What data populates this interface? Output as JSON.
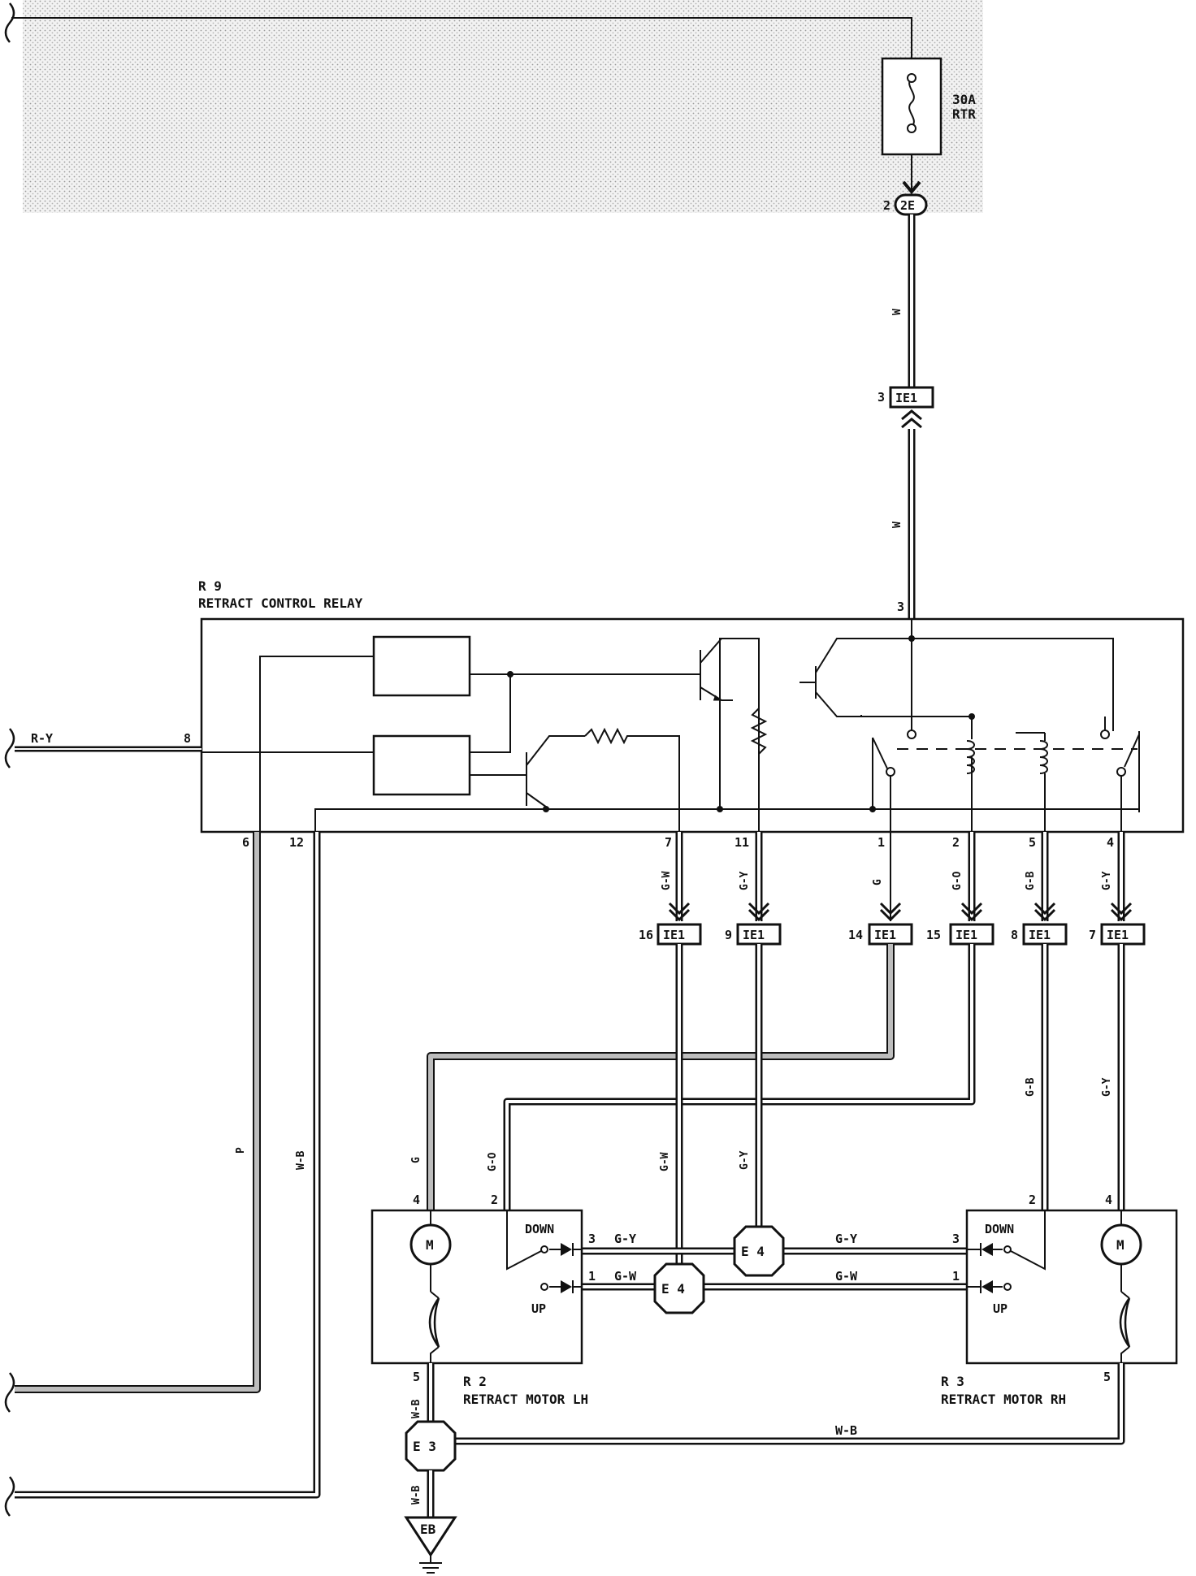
{
  "fuse": {
    "rating": "30A",
    "name": "RTR"
  },
  "connectors": {
    "2E": {
      "id": "2E",
      "pin": "2"
    },
    "ie1_top": {
      "id": "IE1",
      "pin": "3"
    },
    "ie1_bottom": [
      {
        "id": "IE1",
        "pin": "16"
      },
      {
        "id": "IE1",
        "pin": "9"
      },
      {
        "id": "IE1",
        "pin": "14"
      },
      {
        "id": "IE1",
        "pin": "15"
      },
      {
        "id": "IE1",
        "pin": "8"
      },
      {
        "id": "IE1",
        "pin": "7"
      }
    ]
  },
  "relay": {
    "code": "R 9",
    "name": "RETRACT CONTROL RELAY",
    "pins": {
      "p3": "3",
      "p8": "8",
      "p6": "6",
      "p12": "12",
      "p7": "7",
      "p11": "11",
      "p1": "1",
      "p2": "2",
      "p5": "5",
      "p4": "4"
    }
  },
  "wire_colors": {
    "w_top": "W",
    "w_mid": "W",
    "ry": "R-Y",
    "p": "P",
    "wb": "W-B",
    "gw": "G-W",
    "gy": "G-Y",
    "g": "G",
    "go": "G-O",
    "gb": "G-B",
    "gy2": "G-Y",
    "g_lh": "G",
    "go_lh": "G-O",
    "gw_mid": "G-W",
    "gy_mid": "G-Y",
    "gb_rh": "G-B",
    "gy_rh": "G-Y",
    "gy_h_left": "G-Y",
    "gw_h_left": "G-W",
    "gy_h_right": "G-Y",
    "gw_h_right": "G-W",
    "wb_lh": "W-B",
    "wb_e3": "W-B",
    "wb_bottom": "W-B"
  },
  "splices": {
    "e4_top": "E 4",
    "e4_bottom": "E 4",
    "e3": "E 3"
  },
  "ground": {
    "id": "EB"
  },
  "motor_lh": {
    "code": "R 2",
    "name": "RETRACT MOTOR LH",
    "motor_symbol": "M",
    "down_label": "DOWN",
    "up_label": "UP",
    "pins": {
      "p4": "4",
      "p2": "2",
      "p3": "3",
      "p1": "1",
      "p5": "5"
    }
  },
  "motor_rh": {
    "code": "R 3",
    "name": "RETRACT MOTOR RH",
    "motor_symbol": "M",
    "down_label": "DOWN",
    "up_label": "UP",
    "pins": {
      "p2": "2",
      "p4": "4",
      "p3": "3",
      "p1": "1",
      "p5": "5"
    }
  }
}
